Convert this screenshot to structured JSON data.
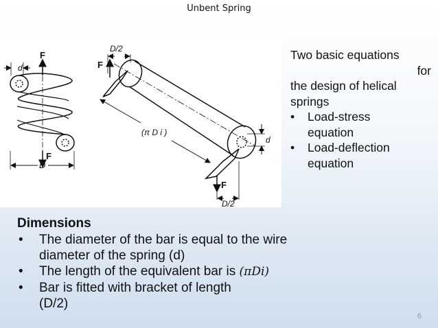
{
  "slide": {
    "title": "Unbent Spring",
    "page_number": "6"
  },
  "figure": {
    "labels": {
      "d_left": "d",
      "F_top_left": "F",
      "F_bottom_left": "F",
      "D_bottom": "D",
      "D2_top": "D/2",
      "F_top_bar": "F",
      "pi_di": "(π D i )",
      "d_right": "d",
      "F_bottom_bar": "F",
      "D2_bottom": "D/2"
    }
  },
  "right_panel": {
    "intro_line1": "Two basic equations",
    "intro_for": "for",
    "intro_line2": "the design of helical",
    "intro_line3": "springs",
    "bullets": [
      {
        "marker": "•",
        "line1": "Load-stress",
        "line2": "equation"
      },
      {
        "marker": "•",
        "line1": "Load-deflection",
        "line2": "equation"
      }
    ]
  },
  "dimensions": {
    "heading": "Dimensions",
    "items": [
      {
        "marker": "•",
        "line1": "The diameter of the bar is equal to the wire",
        "line2": "diameter of  the spring (d)"
      },
      {
        "marker": "•",
        "line1": "The length of the equivalent bar is",
        "math": "(πDi)"
      },
      {
        "marker": "•",
        "line1": "Bar is fitted with bracket of length",
        "line2": "(D/2)"
      }
    ]
  }
}
